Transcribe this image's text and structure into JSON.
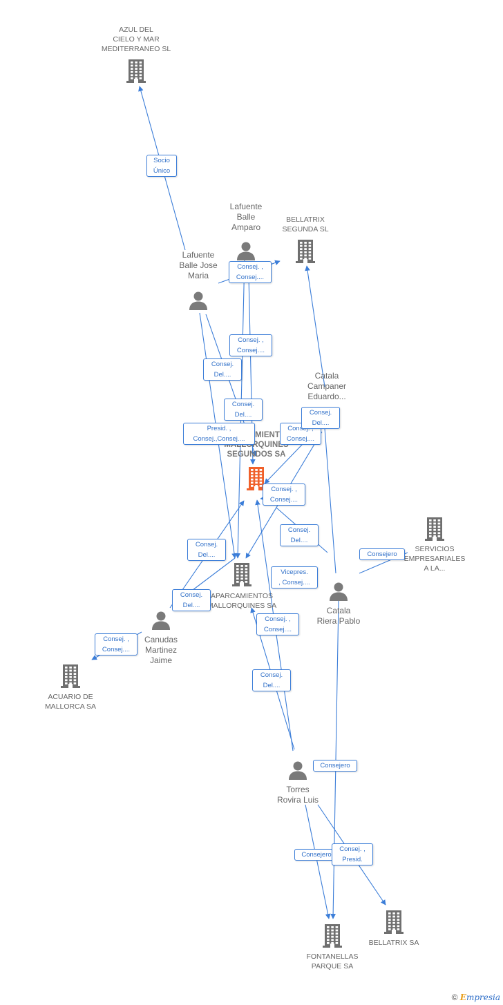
{
  "colors": {
    "edge": "#3b7dd8",
    "person": "#7a7a7a",
    "company": "#6f6f6f",
    "main_company": "#f0602a"
  },
  "nodes": [
    {
      "id": "azul",
      "type": "company",
      "label": "AZUL DEL\nCIELO Y MAR\nMEDITERRANEO SL",
      "icon": "building-icon"
    },
    {
      "id": "bellatrix2",
      "type": "company",
      "label": "BELLATRIX\nSEGUNDA SL",
      "icon": "building-icon"
    },
    {
      "id": "amparo",
      "type": "person",
      "label": "Lafuente\nBalle\nAmparo",
      "icon": "person-icon"
    },
    {
      "id": "josemaria",
      "type": "person",
      "label": "Lafuente\nBalle Jose\nMaria",
      "icon": "person-icon"
    },
    {
      "id": "eduardo",
      "type": "person",
      "label": "Catala\nCampaner\nEduardo...",
      "icon": "person-icon"
    },
    {
      "id": "main",
      "type": "main",
      "label": "APARCAMIENTOS\nMALLORQUINES\nSEGUNDOS SA",
      "icon": "building-icon"
    },
    {
      "id": "servicios",
      "type": "company",
      "label": "SERVICIOS\nEMPRESARIALES\nA LA...",
      "icon": "building-icon"
    },
    {
      "id": "aparc",
      "type": "company",
      "label": "APARCAMIENTOS\nMALLORQUINES SA",
      "icon": "building-icon"
    },
    {
      "id": "pablo",
      "type": "person",
      "label": "Catala\nRiera Pablo",
      "icon": "person-icon"
    },
    {
      "id": "jaime",
      "type": "person",
      "label": "Canudas\nMartinez\nJaime",
      "icon": "person-icon"
    },
    {
      "id": "acuario",
      "type": "company",
      "label": "ACUARIO DE\nMALLORCA SA",
      "icon": "building-icon"
    },
    {
      "id": "luis",
      "type": "person",
      "label": "Torres\nRovira Luis",
      "icon": "person-icon"
    },
    {
      "id": "bellatrix",
      "type": "company",
      "label": "BELLATRIX SA",
      "icon": "building-icon"
    },
    {
      "id": "fontanellas",
      "type": "company",
      "label": "FONTANELLAS\nPARQUE SA",
      "icon": "building-icon"
    }
  ],
  "relations": [
    {
      "label": "Socio\nÚnico"
    },
    {
      "label": "Consej. ,\nConsej...."
    },
    {
      "label": "Consej. ,\nConsej...."
    },
    {
      "label": "Consej.\nDel...."
    },
    {
      "label": "Consej.\nDel...."
    },
    {
      "label": "Presid. ,\nConsej.,Consej...."
    },
    {
      "label": "Consej. ,\nConsej...."
    },
    {
      "label": "Consej.\nDel...."
    },
    {
      "label": "Consej. ,\nConsej...."
    },
    {
      "label": "Consej.\nDel...."
    },
    {
      "label": "Consejero"
    },
    {
      "label": "Consej.\nDel...."
    },
    {
      "label": "Vicepres.\n, Consej...."
    },
    {
      "label": "Consej.\nDel...."
    },
    {
      "label": "Consej. ,\nConsej...."
    },
    {
      "label": "Consej. ,\nConsej...."
    },
    {
      "label": "Consej.\nDel...."
    },
    {
      "label": "Consejero"
    },
    {
      "label": "Consejero"
    },
    {
      "label": "Consej. ,\nPresid."
    }
  ],
  "footer": {
    "copyright": "©",
    "brand_first": "E",
    "brand_rest": "mpresia"
  }
}
